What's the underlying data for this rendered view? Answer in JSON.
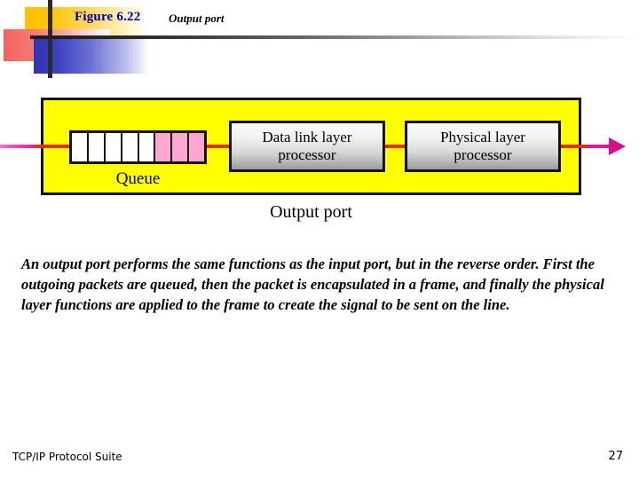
{
  "slide": {
    "figure_number": "Figure 6.22",
    "figure_subtitle": "Output port",
    "body_text": "An output port performs the same functions as the input port, but in the reverse order. First the outgoing packets are queued, then the packet is encapsulated in a frame, and finally the physical layer functions are applied to the frame to create the signal to be sent on the line."
  },
  "diagram": {
    "caption": "Output port",
    "panel_color": "#FFFF00",
    "queue": {
      "label": "Queue",
      "cells": [
        {
          "state": "empty",
          "color": "#FFFFFF"
        },
        {
          "state": "empty",
          "color": "#FFFFFF"
        },
        {
          "state": "empty",
          "color": "#FFFFFF"
        },
        {
          "state": "empty",
          "color": "#FFFFFF"
        },
        {
          "state": "empty",
          "color": "#FFFFFF"
        },
        {
          "state": "filled",
          "color": "#FCA6D1"
        },
        {
          "state": "filled",
          "color": "#FCA6D1"
        },
        {
          "state": "filled",
          "color": "#FCA6D1"
        }
      ]
    },
    "processors": [
      {
        "line1": "Data link layer",
        "line2": "processor"
      },
      {
        "line1": "Physical layer",
        "line2": "processor"
      }
    ],
    "signal": {
      "inner_color": "#E03000",
      "outer_color": "#DC0E90",
      "direction": "left-to-right"
    }
  },
  "footer": {
    "title": "TCP/IP Protocol Suite",
    "page_number": "27"
  },
  "colors": {
    "title_blue": "#0000B0",
    "panel_yellow": "#FFFF00",
    "queue_filled": "#FCA6D1",
    "arrow_magenta": "#DC0E90"
  }
}
